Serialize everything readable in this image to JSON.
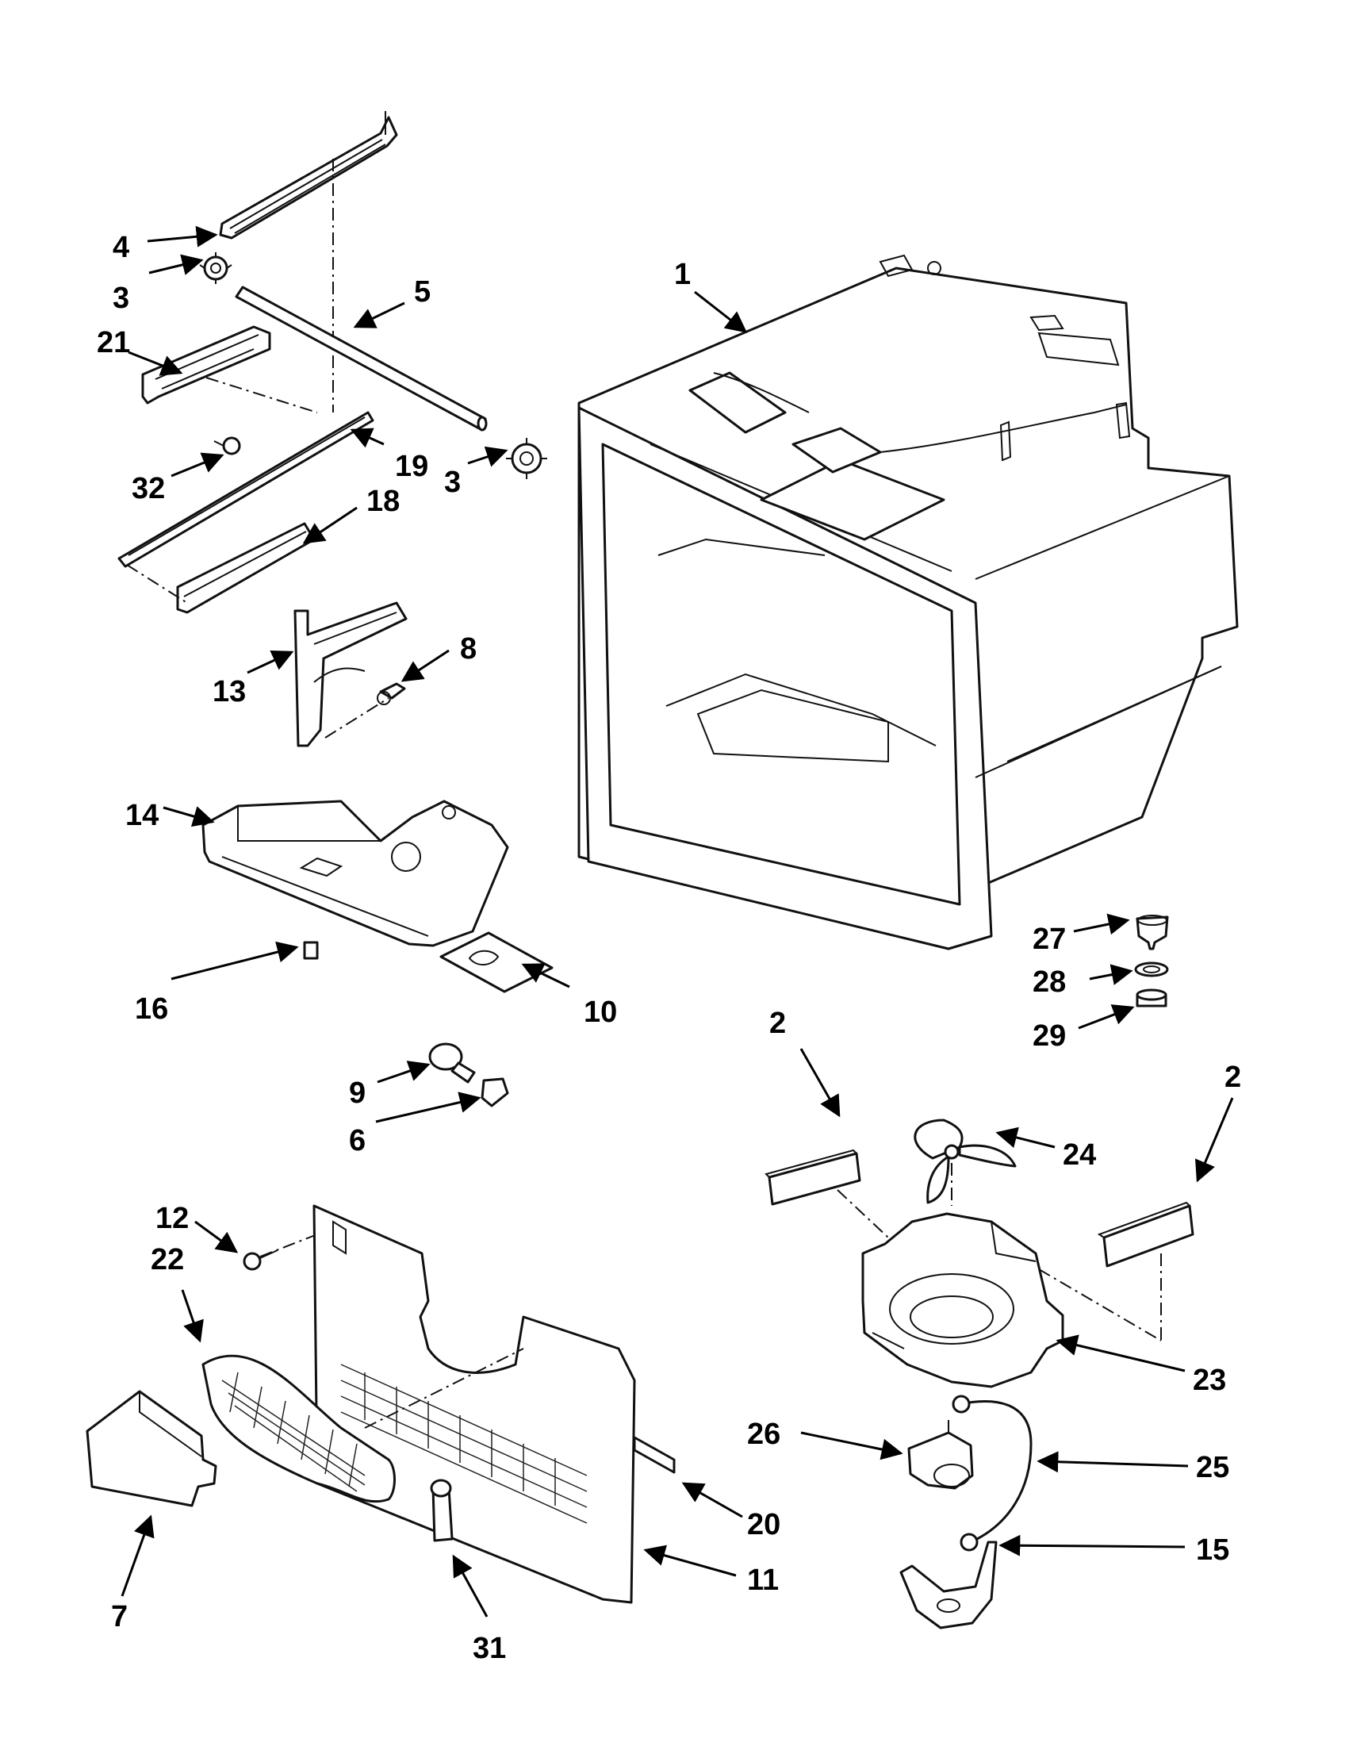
{
  "callouts": [
    {
      "id": "c4",
      "label": "4"
    },
    {
      "id": "c3a",
      "label": "3"
    },
    {
      "id": "c5",
      "label": "5"
    },
    {
      "id": "c21",
      "label": "21"
    },
    {
      "id": "c32",
      "label": "32"
    },
    {
      "id": "c19",
      "label": "19"
    },
    {
      "id": "c3b",
      "label": "3"
    },
    {
      "id": "c18",
      "label": "18"
    },
    {
      "id": "c13",
      "label": "13"
    },
    {
      "id": "c8",
      "label": "8"
    },
    {
      "id": "c1",
      "label": "1"
    },
    {
      "id": "c14",
      "label": "14"
    },
    {
      "id": "c16",
      "label": "16"
    },
    {
      "id": "c10",
      "label": "10"
    },
    {
      "id": "c27",
      "label": "27"
    },
    {
      "id": "c28",
      "label": "28"
    },
    {
      "id": "c29",
      "label": "29"
    },
    {
      "id": "c9",
      "label": "9"
    },
    {
      "id": "c6",
      "label": "6"
    },
    {
      "id": "c2a",
      "label": "2"
    },
    {
      "id": "c24",
      "label": "24"
    },
    {
      "id": "c2b",
      "label": "2"
    },
    {
      "id": "c12",
      "label": "12"
    },
    {
      "id": "c22",
      "label": "22"
    },
    {
      "id": "c23",
      "label": "23"
    },
    {
      "id": "c26",
      "label": "26"
    },
    {
      "id": "c25",
      "label": "25"
    },
    {
      "id": "c7",
      "label": "7"
    },
    {
      "id": "c20",
      "label": "20"
    },
    {
      "id": "c11",
      "label": "11"
    },
    {
      "id": "c15",
      "label": "15"
    },
    {
      "id": "c31",
      "label": "31"
    }
  ]
}
